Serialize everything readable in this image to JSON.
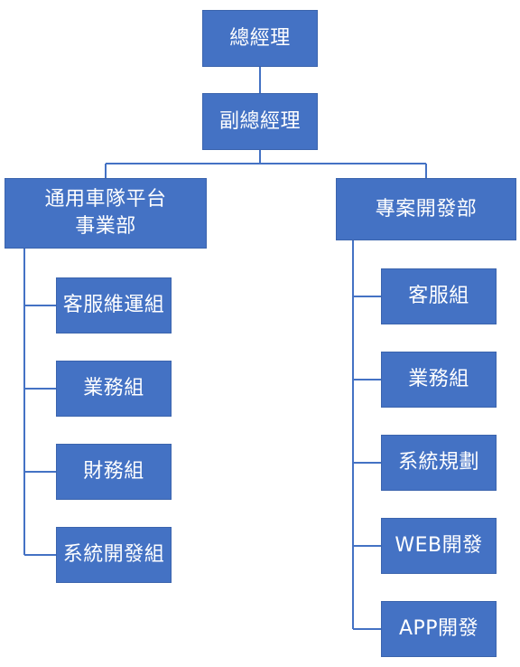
{
  "colors": {
    "node_fill": "#4472c4",
    "node_text": "#ffffff",
    "connector": "#4472c4"
  },
  "org": {
    "general_manager": "總經理",
    "deputy_general_manager": "副總經理",
    "fleet_platform_division": "通用車隊平台\n事業部",
    "project_division": "專案開發部",
    "fleet_groups": [
      "客服維運組",
      "業務組",
      "財務組",
      "系統開發組"
    ],
    "project_groups": [
      "客服組",
      "業務組",
      "系統規劃",
      "WEB開發",
      "APP開發"
    ]
  }
}
